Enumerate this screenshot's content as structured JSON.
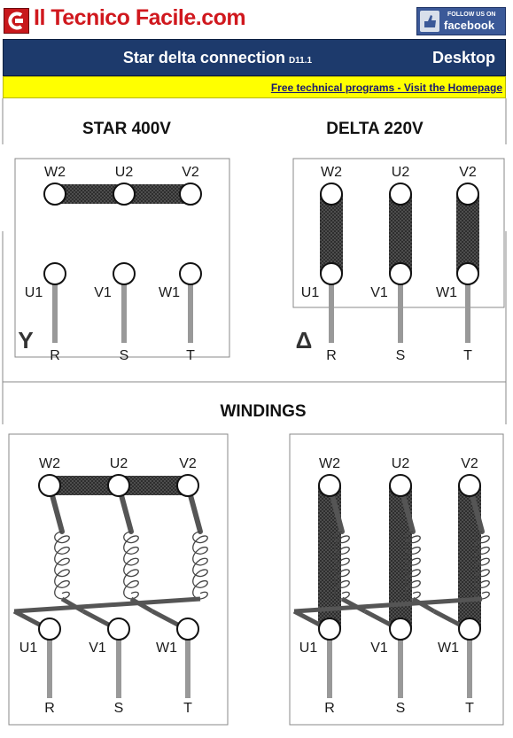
{
  "header": {
    "site_name": "Il Tecnico Facile.com",
    "facebook_follow": "FOLLOW US ON",
    "facebook_brand": "facebook"
  },
  "titlebar": {
    "title": "Star delta connection",
    "code": "D11.1",
    "desktop_link": "Desktop"
  },
  "banner": {
    "link_text": "Free technical programs - Visit the Homepage"
  },
  "colors": {
    "titlebar_bg": "#1d3a6c",
    "banner_bg": "#ffff00",
    "logo_red": "#c8181c",
    "facebook_blue": "#3b5998",
    "bridge_pattern": "#555555",
    "wire_gray": "#999999"
  },
  "diagram": {
    "star_title": "STAR 400V",
    "delta_title": "DELTA 220V",
    "windings_title": "WINDINGS",
    "star_symbol": "Y",
    "delta_symbol": "Δ",
    "terminals_top": [
      "W2",
      "U2",
      "V2"
    ],
    "terminals_bottom": [
      "U1",
      "V1",
      "W1"
    ],
    "lines": [
      "R",
      "S",
      "T"
    ]
  }
}
